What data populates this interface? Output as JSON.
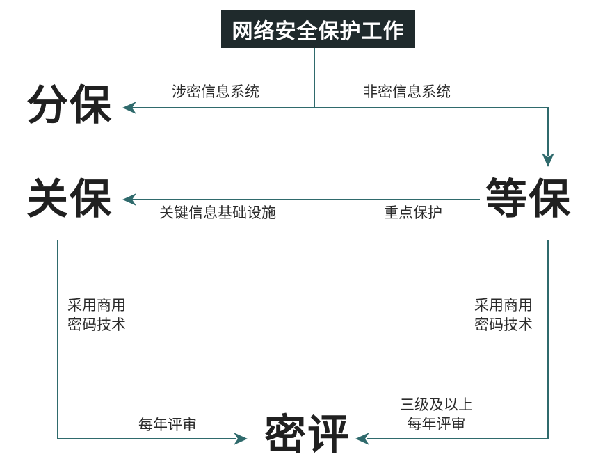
{
  "title": "网络安全保护工作",
  "nodes": {
    "fenbao": "分保",
    "guanbao": "关保",
    "dengbao": "等保",
    "miping": "密评"
  },
  "edges": {
    "secret_systems": "涉密信息系统",
    "nonsecret_systems": "非密信息系统",
    "critical_infra": "关键信息基础设施",
    "key_protection": "重点保护",
    "commercial_crypto_left": [
      "采用商用",
      "密码技术"
    ],
    "commercial_crypto_right": [
      "采用商用",
      "密码技术"
    ],
    "annual_review_left": "每年评审",
    "level3_annual_right": [
      "三级及以上",
      "每年评审"
    ]
  },
  "colors": {
    "line": "#2f6a6c",
    "title_bg": "#1f2a2c"
  }
}
